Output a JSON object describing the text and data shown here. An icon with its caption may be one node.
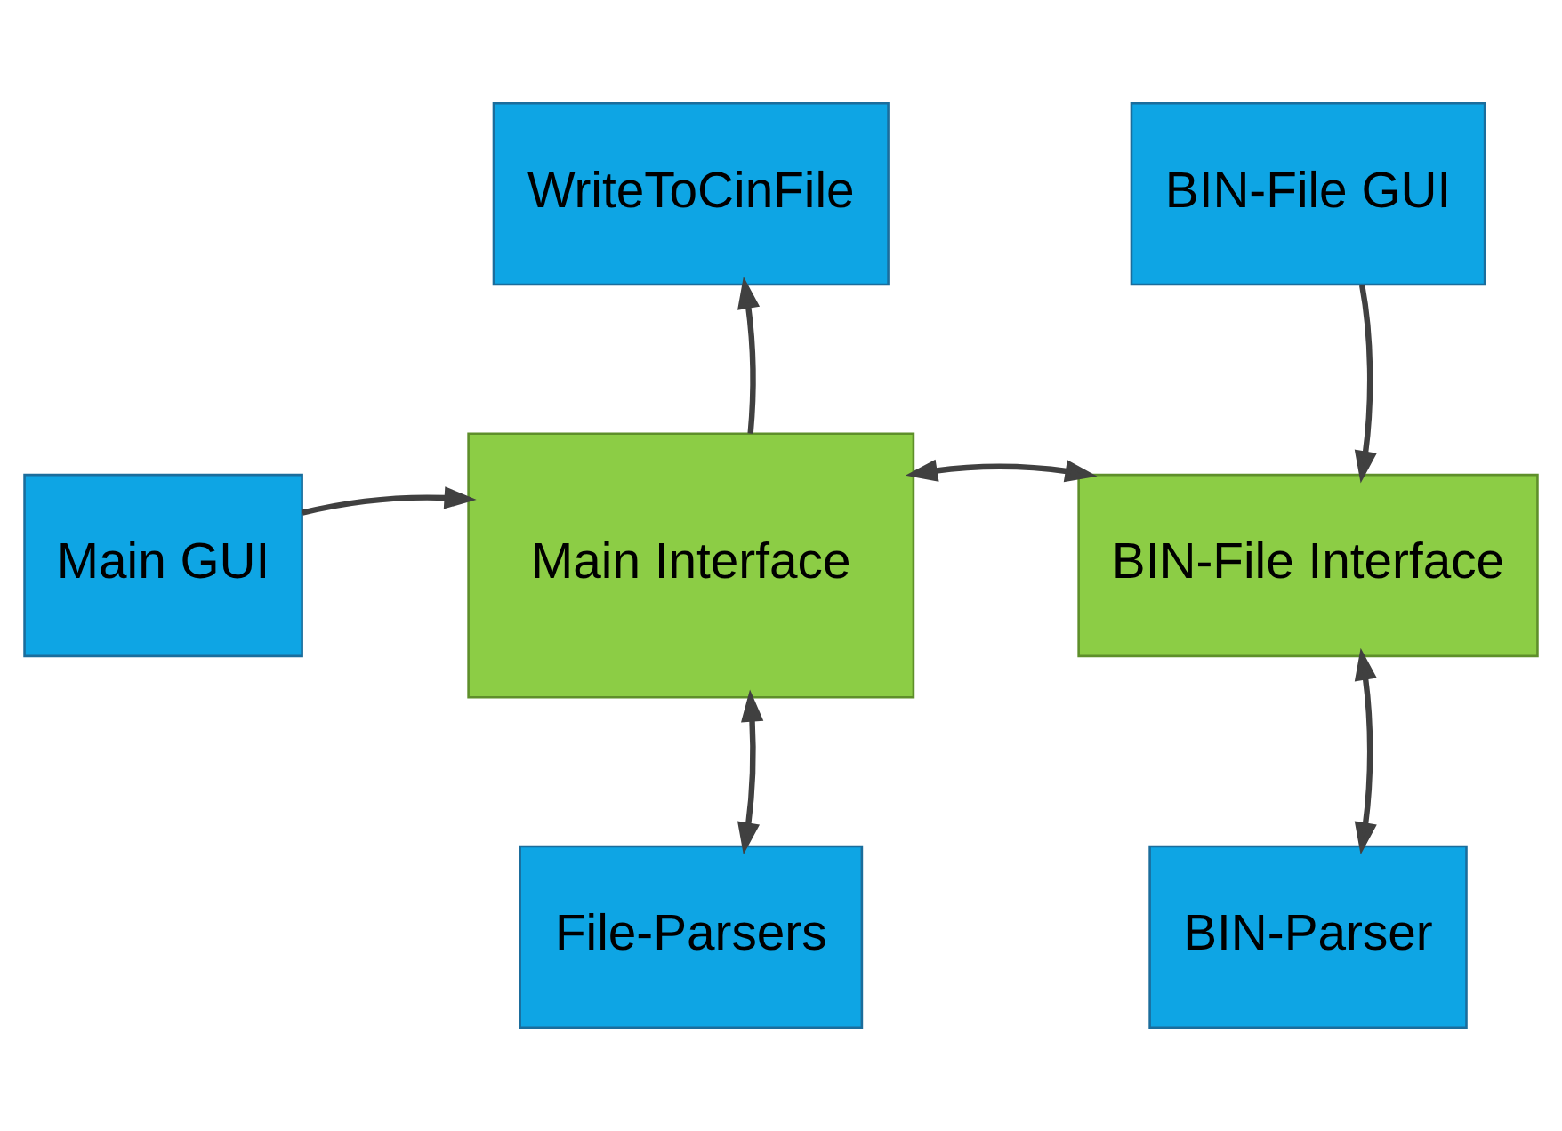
{
  "diagram": {
    "nodes": [
      {
        "text": [
          "WriteToCinFile"
        ]
      },
      {
        "text": [
          "BIN-File GUI"
        ]
      },
      {
        "text": [
          "Main GUI"
        ]
      },
      {
        "text": [
          "Main Interface"
        ]
      },
      {
        "text": [
          "BIN-File Interface"
        ]
      },
      {
        "text": [
          "File-Parsers"
        ]
      },
      {
        "text": [
          "BIN-Parser"
        ]
      }
    ],
    "edges": [
      {
        "from": 2,
        "to": 3,
        "arrow": "to"
      },
      {
        "from": 3,
        "to": 0,
        "arrow": "to"
      },
      {
        "from": 3,
        "to": 4,
        "arrow": "both"
      },
      {
        "from": 1,
        "to": 4,
        "arrow": "to"
      },
      {
        "from": 3,
        "to": 5,
        "arrow": "both"
      },
      {
        "from": 4,
        "to": 6,
        "arrow": "both"
      }
    ]
  }
}
